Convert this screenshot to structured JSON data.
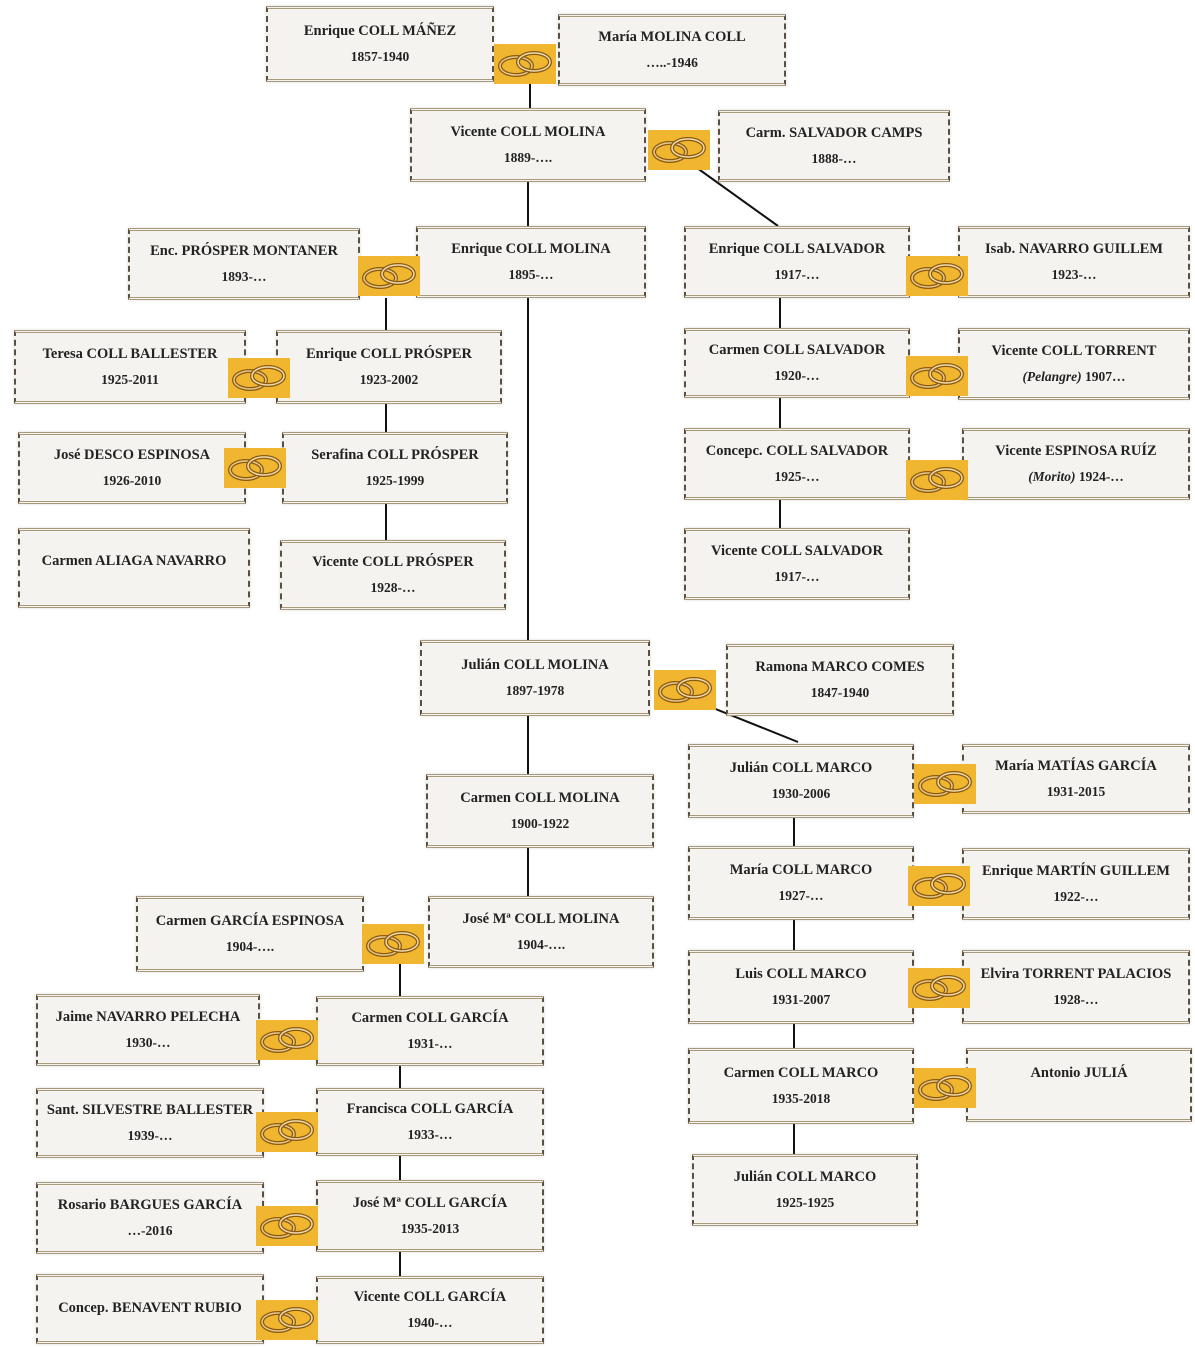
{
  "persons": [
    {
      "id": "p1",
      "name": "Enrique COLL MÁÑEZ",
      "dates": "1857-1940"
    },
    {
      "id": "p2",
      "name": "María MOLINA COLL",
      "dates": "…..-1946"
    },
    {
      "id": "p3",
      "name": "Vicente COLL MOLINA",
      "dates": "1889-…."
    },
    {
      "id": "p4",
      "name": "Carm. SALVADOR CAMPS",
      "dates": "1888-…"
    },
    {
      "id": "p5",
      "name": "Enc. PRÓSPER MONTANER",
      "dates": "1893-…"
    },
    {
      "id": "p6",
      "name": "Enrique COLL MOLINA",
      "dates": "1895-…"
    },
    {
      "id": "p7",
      "name": "Enrique COLL SALVADOR",
      "dates": "1917-…"
    },
    {
      "id": "p8",
      "name": "Isab. NAVARRO GUILLEM",
      "dates": "1923-…"
    },
    {
      "id": "p9",
      "name": "Teresa COLL BALLESTER",
      "dates": "1925-2011"
    },
    {
      "id": "p10",
      "name": "Enrique COLL PRÓSPER",
      "dates": "1923-2002"
    },
    {
      "id": "p11",
      "name": "Carmen COLL SALVADOR",
      "dates": "1920-…"
    },
    {
      "id": "p12",
      "name": "Vicente COLL TORRENT",
      "dates_italic": "(Pelangre)",
      "dates": "1907…"
    },
    {
      "id": "p13",
      "name": "José DESCO ESPINOSA",
      "dates": "1926-2010"
    },
    {
      "id": "p14",
      "name": "Serafina COLL PRÓSPER",
      "dates": "1925-1999"
    },
    {
      "id": "p15",
      "name": "Concepc. COLL SALVADOR",
      "dates": "1925-…"
    },
    {
      "id": "p16",
      "name": "Vicente ESPINOSA RUÍZ",
      "dates_italic": "(Morito)",
      "dates": "1924-…"
    },
    {
      "id": "p17",
      "name": "Carmen ALIAGA NAVARRO",
      "dates": ""
    },
    {
      "id": "p18",
      "name": "Vicente COLL PRÓSPER",
      "dates": "1928-…"
    },
    {
      "id": "p19",
      "name": "Vicente COLL SALVADOR",
      "dates": "1917-…"
    },
    {
      "id": "p20",
      "name": "Julián COLL MOLINA",
      "dates": "1897-1978"
    },
    {
      "id": "p21",
      "name": "Ramona MARCO COMES",
      "dates": "1847-1940"
    },
    {
      "id": "p22",
      "name": "Julián COLL MARCO",
      "dates": "1930-2006"
    },
    {
      "id": "p23",
      "name": "María MATÍAS GARCÍA",
      "dates": "1931-2015"
    },
    {
      "id": "p24",
      "name": "Carmen COLL MOLINA",
      "dates": "1900-1922"
    },
    {
      "id": "p25",
      "name": "María COLL MARCO",
      "dates": "1927-…"
    },
    {
      "id": "p26",
      "name": "Enrique MARTÍN GUILLEM",
      "dates": "1922-…"
    },
    {
      "id": "p27",
      "name": "Carmen GARCÍA ESPINOSA",
      "dates": "1904-…."
    },
    {
      "id": "p28",
      "name": "José Mª COLL MOLINA",
      "dates": "1904-…."
    },
    {
      "id": "p29",
      "name": "Luis COLL MARCO",
      "dates": "1931-2007"
    },
    {
      "id": "p30",
      "name": "Elvira TORRENT PALACIOS",
      "dates": "1928-…"
    },
    {
      "id": "p31",
      "name": "Jaime NAVARRO PELECHA",
      "dates": "1930-…"
    },
    {
      "id": "p32",
      "name": "Carmen COLL GARCÍA",
      "dates": "1931-…"
    },
    {
      "id": "p33",
      "name": "Carmen COLL MARCO",
      "dates": "1935-2018"
    },
    {
      "id": "p34",
      "name": "Antonio JULIÁ",
      "dates": ""
    },
    {
      "id": "p35",
      "name": "Sant. SILVESTRE BALLESTER",
      "dates": "1939-…"
    },
    {
      "id": "p36",
      "name": "Francisca COLL GARCÍA",
      "dates": "1933-…"
    },
    {
      "id": "p37",
      "name": "Julián COLL MARCO",
      "dates": "1925-1925"
    },
    {
      "id": "p38",
      "name": "Rosario BARGUES GARCÍA",
      "dates": "…-2016"
    },
    {
      "id": "p39",
      "name": "José Mª COLL GARCÍA",
      "dates": "1935-2013"
    },
    {
      "id": "p40",
      "name": "Concep. BENAVENT RUBIO",
      "dates": ""
    },
    {
      "id": "p41",
      "name": "Vicente COLL GARCÍA",
      "dates": "1940-…"
    }
  ],
  "marriage_icon": "wedding-rings-icon",
  "colors": {
    "ring_background": "#f0b62f",
    "card_background": "#f4f3f0",
    "line": "#111111"
  }
}
